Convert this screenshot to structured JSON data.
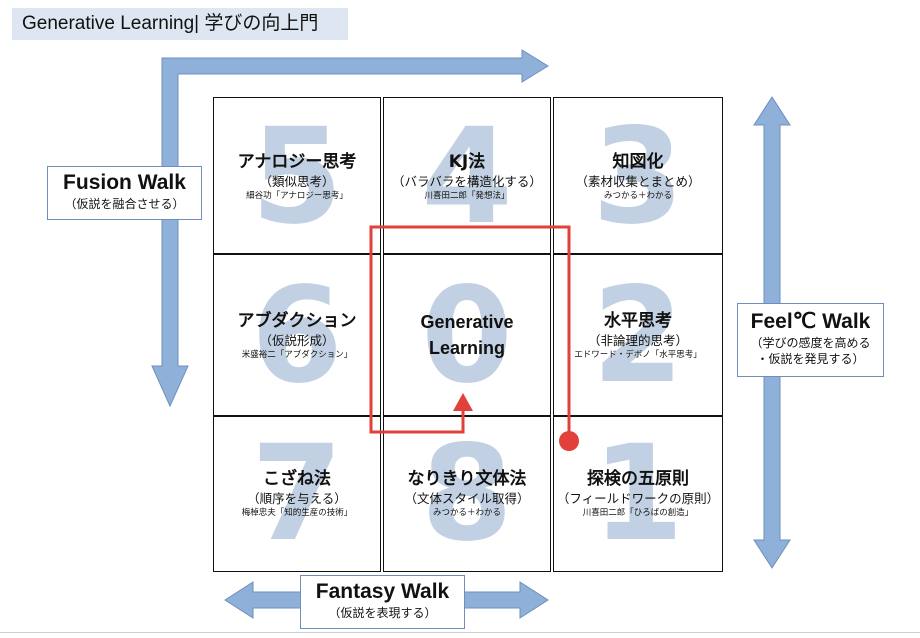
{
  "header": {
    "title": "Generative Learning| 学びの向上門"
  },
  "cells": {
    "c5": {
      "num": "5",
      "title": "アナロジー思考",
      "sub": "（類似思考）",
      "note": "細谷功「アナロジー思考」"
    },
    "c4": {
      "num": "4",
      "title": "KJ法",
      "sub": "（バラバラを構造化する）",
      "note": "川喜田二郎「発想法」"
    },
    "c3": {
      "num": "3",
      "title": "知図化",
      "sub": "（素材収集とまとめ）",
      "note": "みつかる＋わかる"
    },
    "c6": {
      "num": "6",
      "title": "アブダクション",
      "sub": "（仮説形成）",
      "note": "米盛裕二「アブダクション」"
    },
    "c0": {
      "num": "0",
      "line1": "Generative",
      "line2": "Learning"
    },
    "c2": {
      "num": "2",
      "title": "水平思考",
      "sub": "（非論理的思考）",
      "note": "エドワード・デボノ「水平思考」"
    },
    "c7": {
      "num": "7",
      "title": "こざね法",
      "sub": "（順序を与える）",
      "note": "梅棹忠夫「知的生産の技術」"
    },
    "c8": {
      "num": "8",
      "title": "なりきり文体法",
      "sub": "（文体スタイル取得）",
      "note": "みつかる＋わかる"
    },
    "c1": {
      "num": "1",
      "title": "探検の五原則",
      "sub": "（フィールドワークの原則）",
      "note": "川喜田二郎「ひろばの創造」"
    }
  },
  "labels": {
    "fusion": {
      "title": "Fusion Walk",
      "sub": "（仮説を融合させる）"
    },
    "feel": {
      "title": "Feel℃ Walk",
      "sub1": "（学びの感度を高める",
      "sub2": "・仮説を発見する）"
    },
    "fantasy": {
      "title": "Fantasy Walk",
      "sub": "（仮説を表現する）"
    }
  },
  "colors": {
    "arrow_fill": "#8fb0d8",
    "arrow_stroke": "#6e8fbd",
    "path_red": "#e2403a",
    "big_number": "#b7c8de"
  }
}
